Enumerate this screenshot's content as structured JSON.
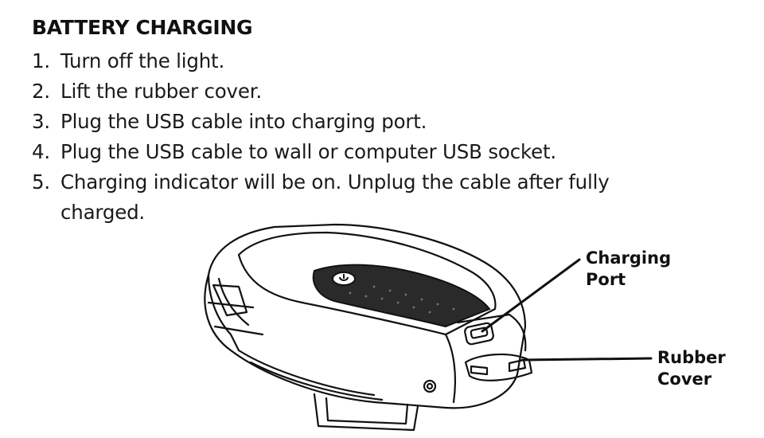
{
  "heading": "BATTERY CHARGING",
  "steps": [
    {
      "number": "1.",
      "text": "Turn off the light."
    },
    {
      "number": "2.",
      "text": "Lift the rubber cover."
    },
    {
      "number": "3.",
      "text": "Plug the USB cable into charging port."
    },
    {
      "number": "4.",
      "text": "Plug the USB cable to wall or computer USB socket."
    },
    {
      "number": "5.",
      "text": "Charging indicator will be on. Unplug the cable after fully charged."
    }
  ],
  "callouts": {
    "charging_port": {
      "line1": "Charging",
      "line2": "Port"
    },
    "rubber_cover": {
      "line1": "Rubber",
      "line2": "Cover"
    }
  },
  "colors": {
    "ink": "#111111",
    "background": "#ffffff",
    "panel_fill": "#2a2a2a"
  }
}
